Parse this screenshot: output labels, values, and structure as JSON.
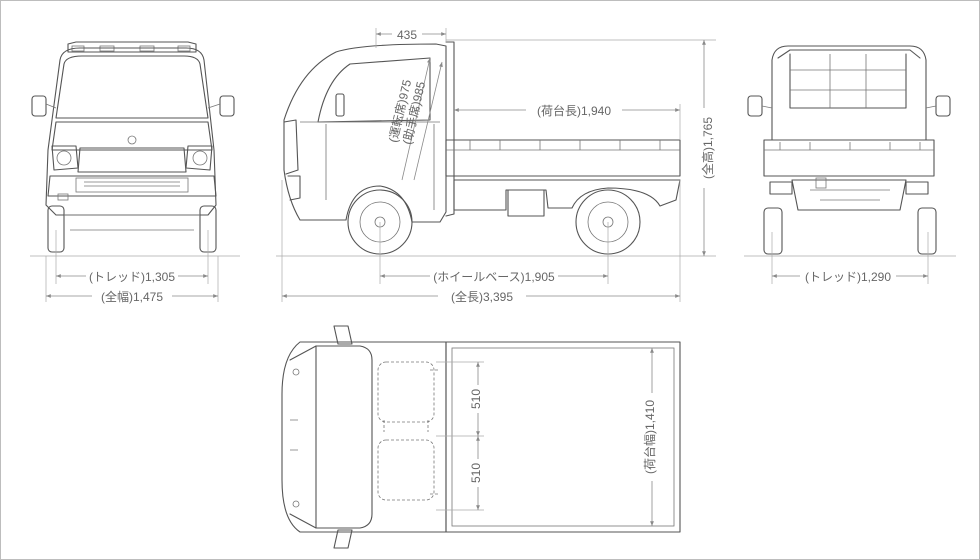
{
  "dimensions": {
    "front_tread": "(トレッド)1,305",
    "overall_width": "(全幅)1,475",
    "wheelbase": "(ホイールベース)1,905",
    "overall_length": "(全長)3,395",
    "rear_tread": "(トレッド)1,290",
    "overall_height": "(全高)1,765",
    "bed_length": "(荷台長)1,940",
    "bed_width": "(荷台幅)1,410",
    "cab_offset": "435",
    "seat_driver": "(運転席)975",
    "seat_passenger": "(助手席)985",
    "seat_width_upper": "510",
    "seat_width_lower": "510"
  },
  "colors": {
    "line": "#555555",
    "text": "#666666",
    "border": "#bdbdbd"
  }
}
